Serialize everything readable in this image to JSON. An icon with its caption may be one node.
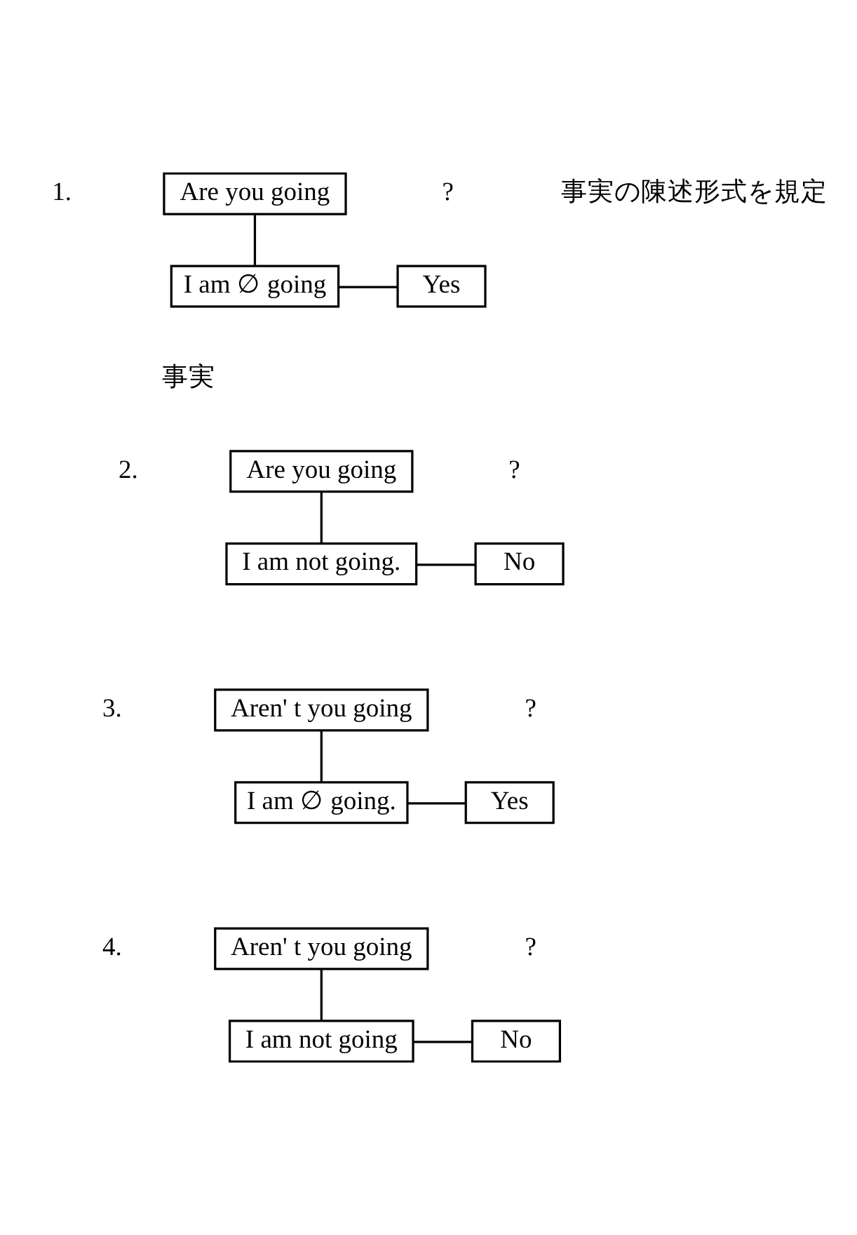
{
  "diagram": {
    "nodes": [
      {
        "text": [
          "Are you going"
        ]
      },
      {
        "text": [
          "Yes"
        ]
      },
      {
        "text": [
          "I am ∅ going"
        ],
        "beside": [
          "事実"
        ]
      },
      {
        "text": [
          "Are you going"
        ]
      },
      {
        "text": [
          "No"
        ]
      },
      {
        "text": [
          "I am not going."
        ]
      },
      {
        "text": [
          "Aren' t you going"
        ]
      },
      {
        "text": [
          "Yes"
        ]
      },
      {
        "text": [
          "I am ∅ going."
        ]
      },
      {
        "text": [
          "Aren' t you going"
        ]
      },
      {
        "text": [
          "No"
        ]
      },
      {
        "text": [
          "I am not going"
        ]
      }
    ],
    "edges": [
      {
        "from": 0,
        "to": 2,
        "arrow": "none"
      },
      {
        "from": 1,
        "to": 2,
        "arrow": "none"
      },
      {
        "from": 3,
        "to": 5,
        "arrow": "none"
      },
      {
        "from": 4,
        "to": 5,
        "arrow": "none"
      },
      {
        "from": 6,
        "to": 8,
        "arrow": "none"
      },
      {
        "from": 7,
        "to": 8,
        "arrow": "none"
      },
      {
        "from": 9,
        "to": 11,
        "arrow": "none"
      },
      {
        "from": 10,
        "to": 11,
        "arrow": "none"
      }
    ],
    "labels": [
      "1.",
      "?",
      "事実の陳述形式を規定",
      "2.",
      "?",
      "3.",
      "?",
      "4.",
      "?"
    ]
  }
}
